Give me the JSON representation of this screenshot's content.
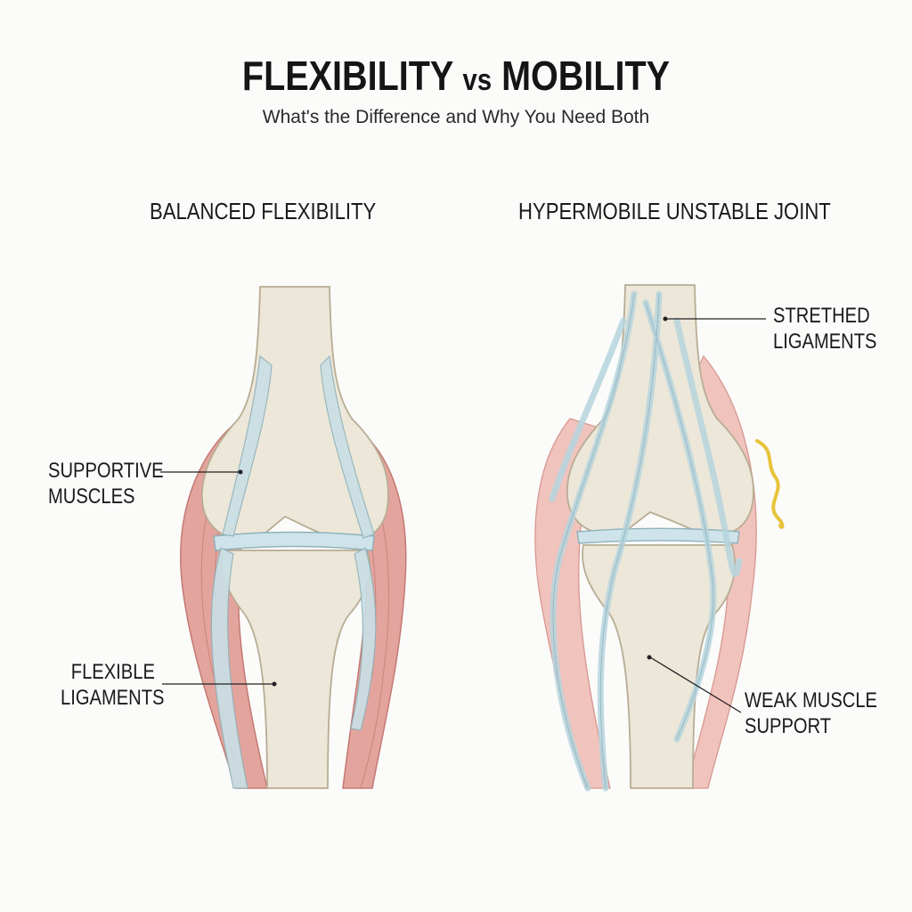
{
  "header": {
    "title_part1": "FLEXIBILITY",
    "title_vs": "vs",
    "title_part2": "MOBILITY",
    "subtitle": "What's the Difference and Why You Need Both"
  },
  "panels": [
    {
      "title": "BALANCED FLEXIBILITY",
      "labels": {
        "muscles": [
          "SUPPORTIVE",
          "MUSCLES"
        ],
        "ligaments": [
          "FLEXIBLE",
          "LIGAMENTS"
        ]
      }
    },
    {
      "title": "HYPERMOBILE UNSTABLE JOINT",
      "labels": {
        "ligaments": [
          "STRETHED",
          "LIGAMENTS"
        ],
        "muscles": [
          "WEAK MUSCLE",
          "SUPPORT"
        ]
      }
    }
  ],
  "colors": {
    "bone": "#ece7d8",
    "bone_shadow": "#d9d1bd",
    "ligament": "#c9e0e6",
    "muscle": "#d9908a",
    "muscle_light": "#eab4ae",
    "pain_squiggle": "#e8c43a"
  }
}
